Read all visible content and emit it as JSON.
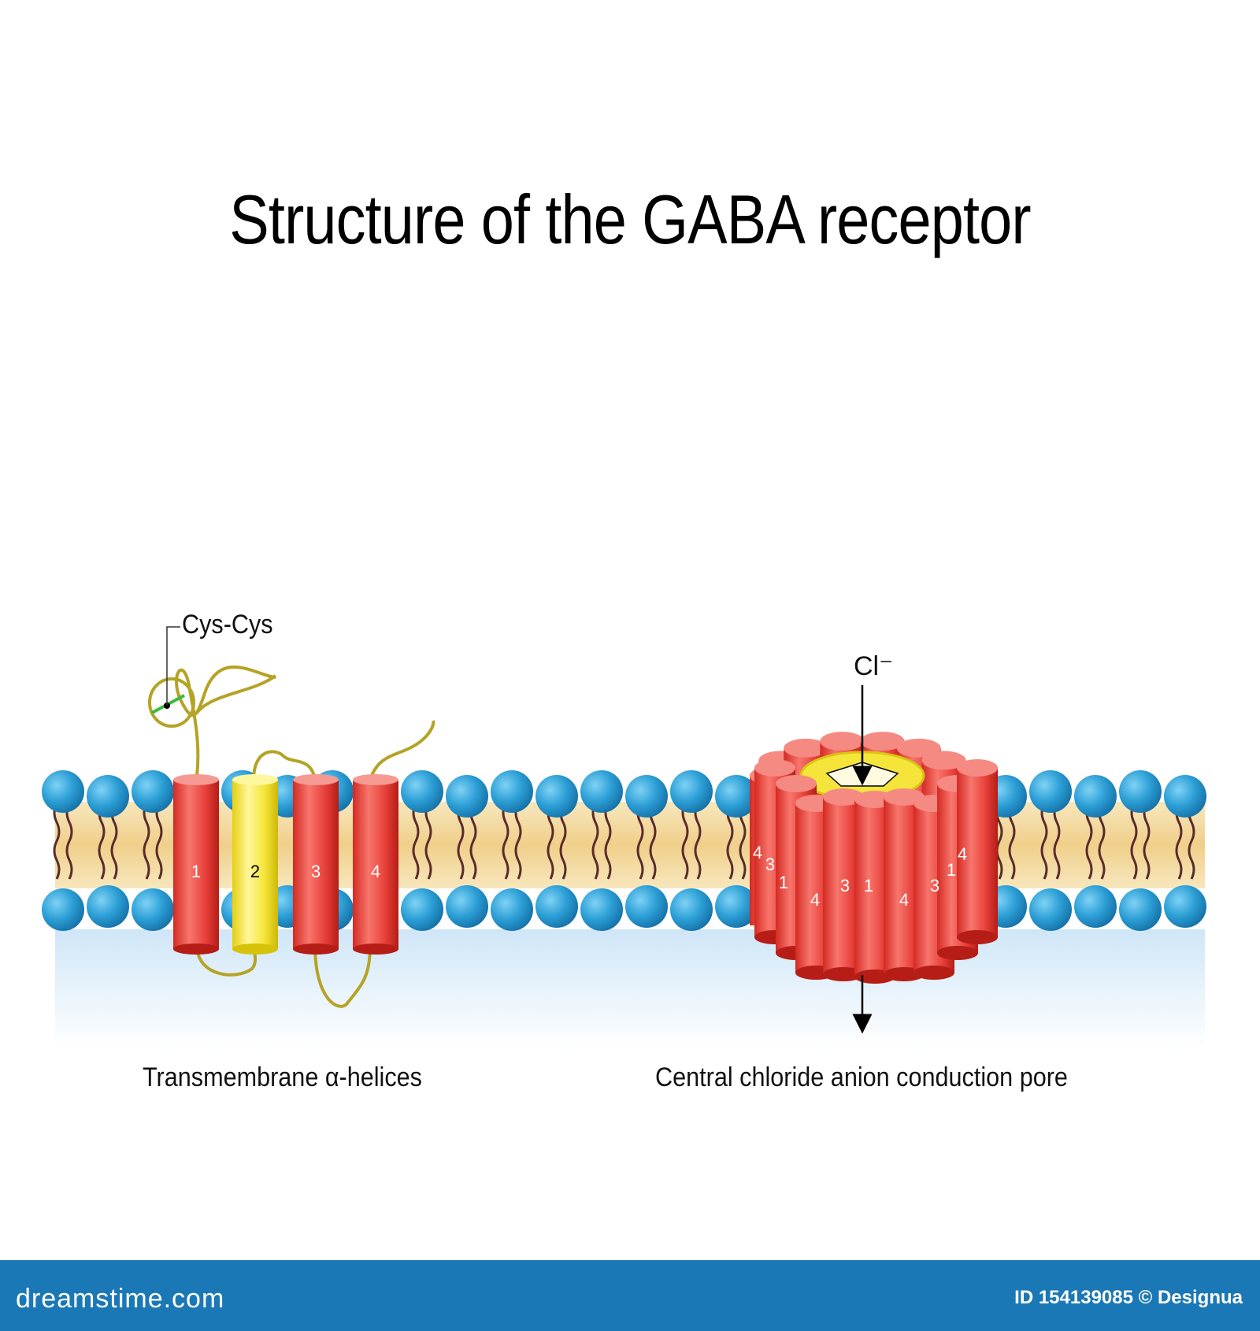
{
  "diagram": {
    "title": "Structure of the GABA receptor",
    "labels": {
      "cys": "Cys-Cys",
      "chloride": "Cl⁻",
      "left_caption": "Transmembrane α-helices",
      "right_caption": "Central chloride anion conduction pore"
    },
    "left_helices": [
      {
        "label": "1",
        "color": "#e8413a"
      },
      {
        "label": "2",
        "color": "#f5e53a"
      },
      {
        "label": "3",
        "color": "#e8413a"
      },
      {
        "label": "4",
        "color": "#e8413a"
      }
    ],
    "pore_labels": [
      "4",
      "3",
      "1",
      "4",
      "3",
      "1",
      "4",
      "3",
      "1",
      "4"
    ],
    "colors": {
      "lipid_head": "#2c9fd6",
      "helix_red": "#e8413a",
      "helix_yellow": "#f5e53a",
      "membrane_core": "#f2d9a0",
      "footer": "#1b78b6"
    }
  },
  "footer": {
    "brand": "dreamstime.com",
    "id_text": "ID 154139085 © Designua"
  }
}
